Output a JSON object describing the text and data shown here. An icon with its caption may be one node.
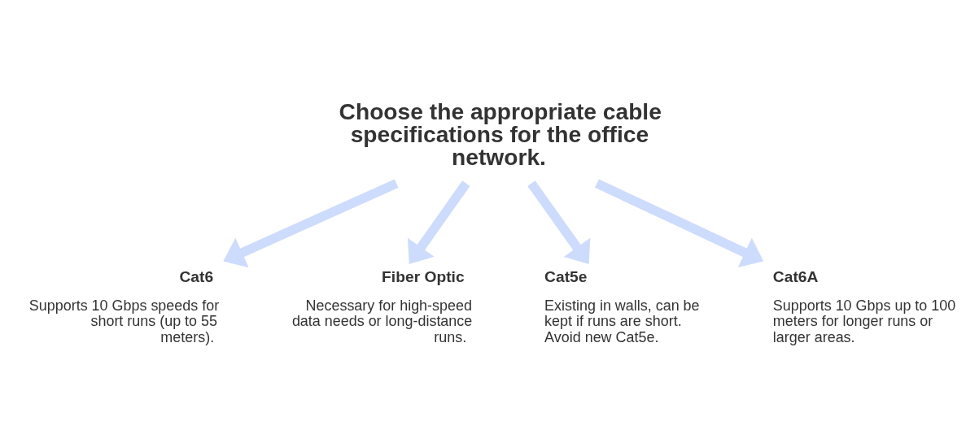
{
  "diagram": {
    "nodes": [
      {
        "text": [
          "Choose the appropriate cable specifications for the office network."
        ]
      },
      {
        "text": [
          "Cat6",
          "Supports 10 Gbps speeds for short runs (up to 55 meters)."
        ]
      },
      {
        "text": [
          "Fiber Optic",
          "Necessary for high-speed data needs or long-distance runs."
        ]
      },
      {
        "text": [
          "Cat5e",
          "Existing in walls, can be kept if runs are short. Avoid new Cat5e."
        ]
      },
      {
        "text": [
          "Cat6A",
          "Supports 10 Gbps up to 100 meters for longer runs or larger areas."
        ]
      }
    ],
    "edges": [
      {
        "from": 0,
        "to": 1,
        "arrow": "to"
      },
      {
        "from": 0,
        "to": 2,
        "arrow": "to"
      },
      {
        "from": 0,
        "to": 3,
        "arrow": "to"
      },
      {
        "from": 0,
        "to": 4,
        "arrow": "to"
      }
    ]
  }
}
